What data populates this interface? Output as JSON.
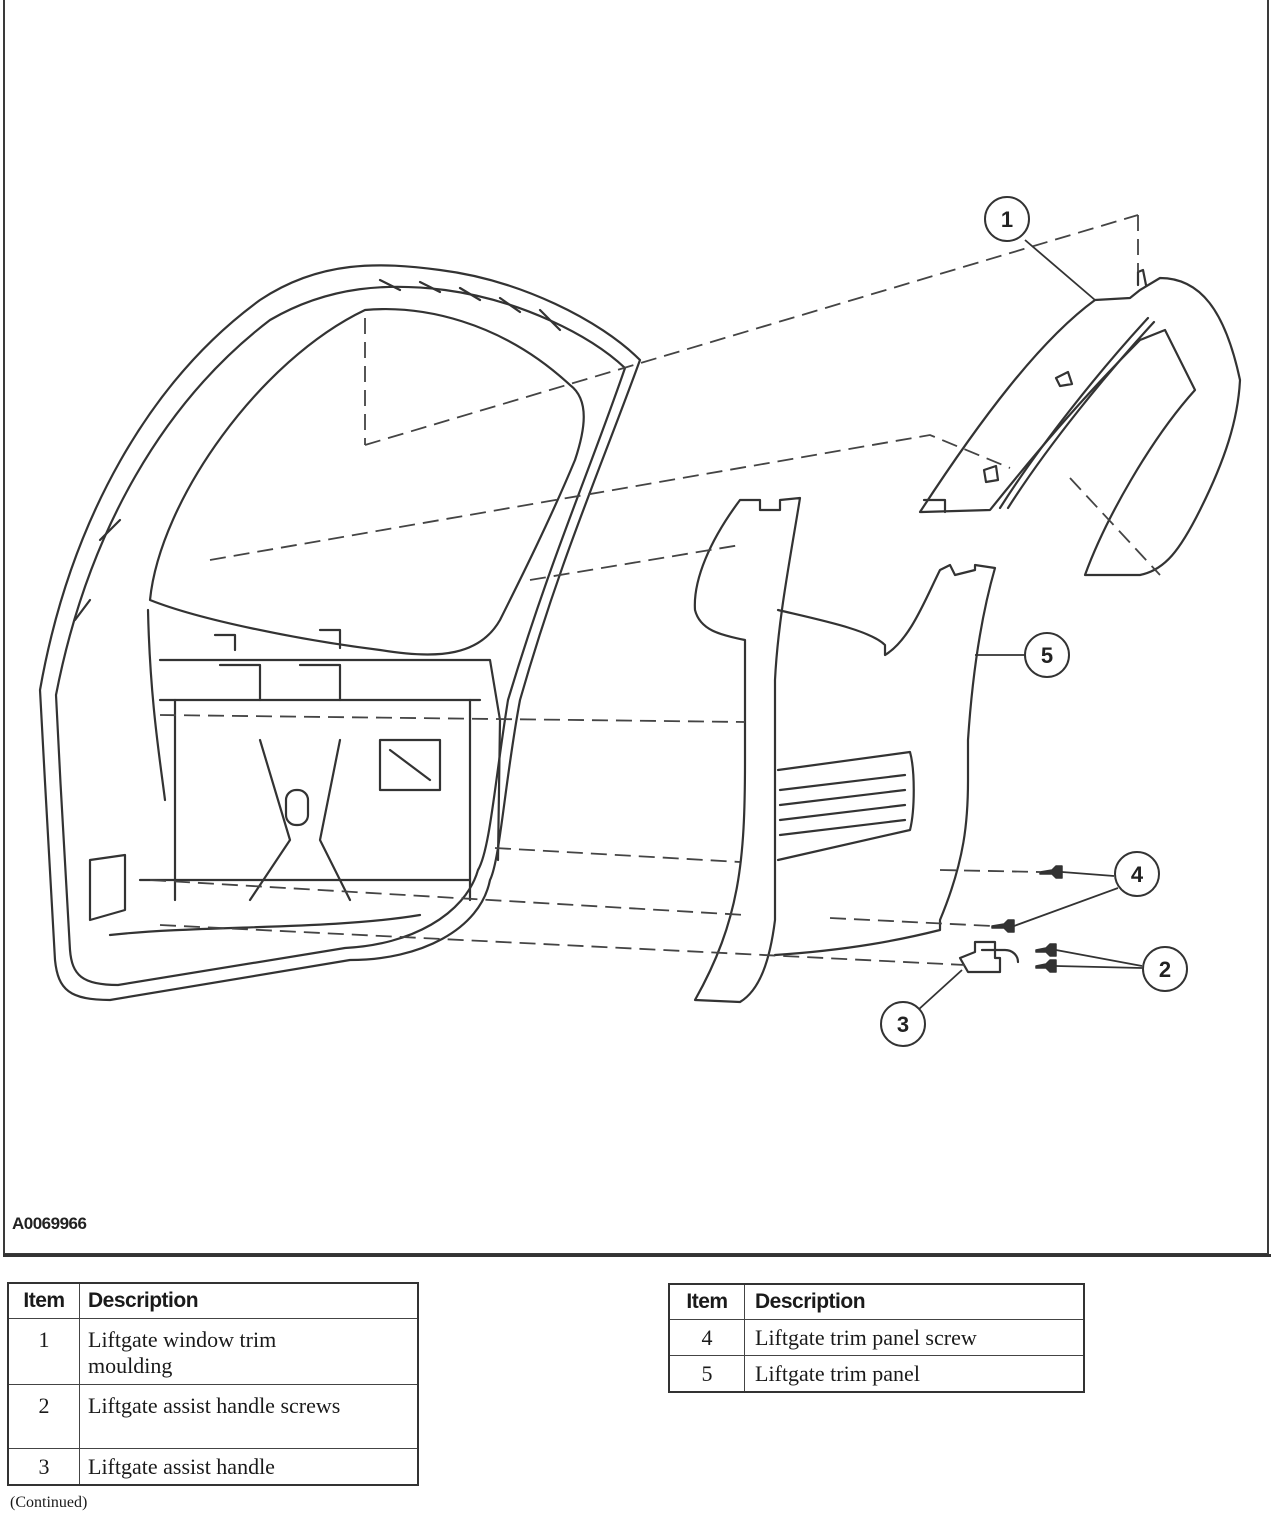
{
  "figure": {
    "id": "A0069966",
    "callouts": [
      {
        "number": "1",
        "target": "liftgate-window-trim-moulding"
      },
      {
        "number": "2",
        "target": "liftgate-assist-handle-screws"
      },
      {
        "number": "3",
        "target": "liftgate-assist-handle"
      },
      {
        "number": "4",
        "target": "liftgate-trim-panel-screw"
      },
      {
        "number": "5",
        "target": "liftgate-trim-panel"
      }
    ]
  },
  "legend_left": {
    "headers": {
      "item": "Item",
      "description": "Description"
    },
    "rows": [
      {
        "item": "1",
        "description": "Liftgate window trim moulding"
      },
      {
        "item": "2",
        "description": "Liftgate assist handle screws"
      },
      {
        "item": "3",
        "description": "Liftgate assist handle"
      }
    ]
  },
  "legend_right": {
    "headers": {
      "item": "Item",
      "description": "Description"
    },
    "rows": [
      {
        "item": "4",
        "description": "Liftgate trim panel screw"
      },
      {
        "item": "5",
        "description": "Liftgate trim panel"
      }
    ]
  },
  "footer": {
    "continued": "(Continued)"
  }
}
